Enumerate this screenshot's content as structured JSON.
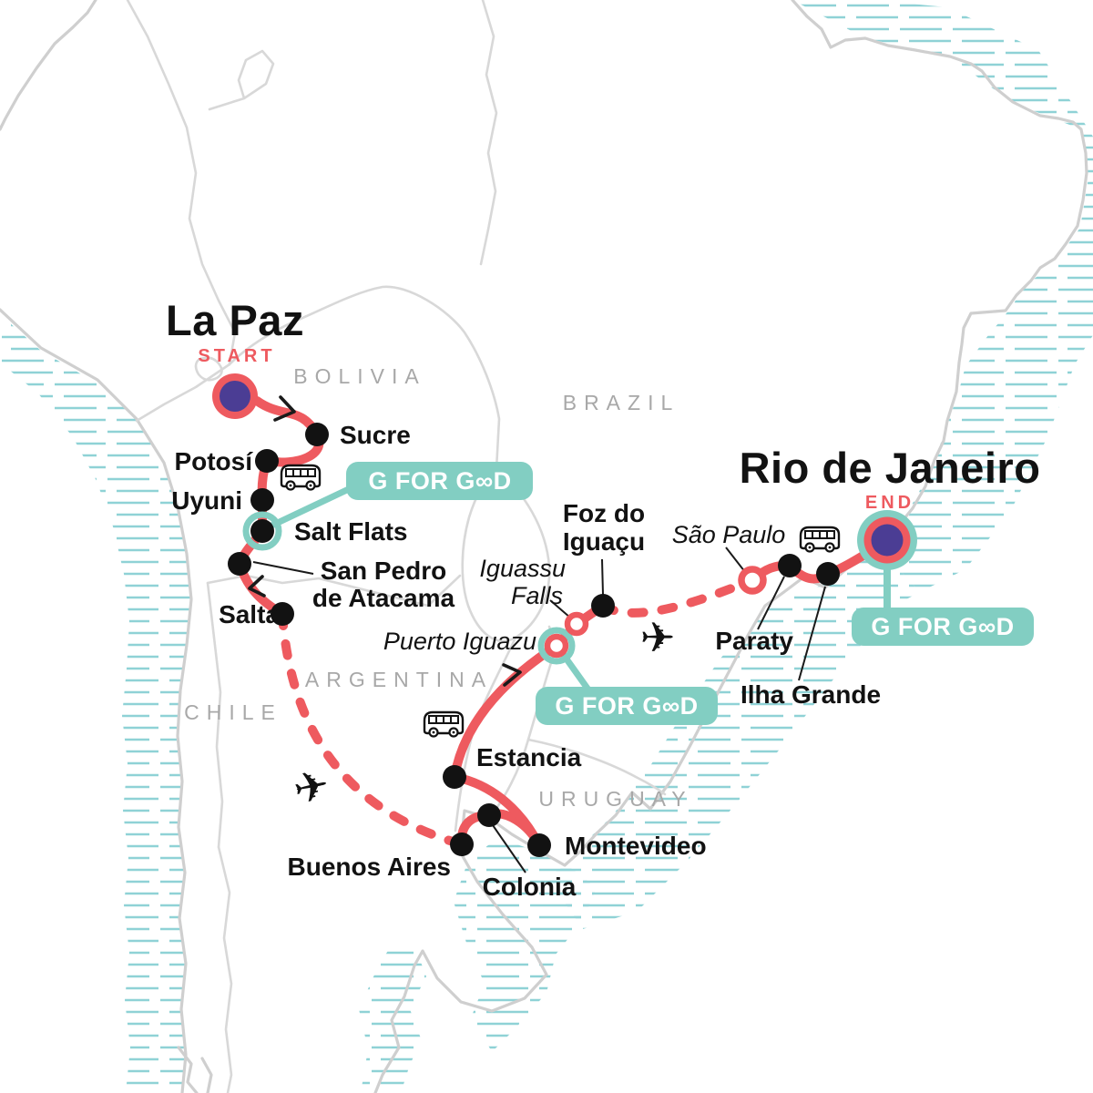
{
  "map": {
    "region": "South America tour route",
    "start_label": "START",
    "end_label": "END",
    "badge_label": "G FOR G∞D",
    "icons": {
      "plane": "✈",
      "bus": "bus-icon"
    },
    "colors": {
      "route_red": "#EE5A5F",
      "badge_teal": "#82CEC2",
      "hatch_teal": "#8FD2D6",
      "marker_purple": "#4B3D94",
      "label_black": "#121212",
      "country_gray": "#A8A8A8",
      "border_gray": "#D6D6D6"
    }
  },
  "countries": {
    "bolivia": "BOLIVIA",
    "brazil": "BRAZIL",
    "chile": "CHILE",
    "argentina": "ARGENTINA",
    "uruguay": "URUGUAY"
  },
  "labels": {
    "la_paz": "La Paz",
    "sucre": "Sucre",
    "potosi": "Potosí",
    "uyuni": "Uyuni",
    "salt_flats": "Salt Flats",
    "san_pedro_1": "San Pedro",
    "san_pedro_2": "de Atacama",
    "salta": "Salta",
    "buenos_aires": "Buenos Aires",
    "colonia": "Colonia",
    "montevideo": "Montevideo",
    "estancia": "Estancia",
    "puerto_iguazu": "Puerto Iguazu",
    "iguassu_1": "Iguassu",
    "iguassu_2": "Falls",
    "foz_1": "Foz do",
    "foz_2": "Iguaçu",
    "sao_paulo": "São Paulo",
    "paraty": "Paraty",
    "ilha_grande": "Ilha Grande",
    "rio": "Rio de Janeiro"
  },
  "itinerary": {
    "stops": [
      "La Paz",
      "Sucre",
      "Potosí",
      "Uyuni",
      "Salt Flats",
      "San Pedro de Atacama",
      "Salta",
      "Buenos Aires",
      "Colonia",
      "Montevideo",
      "Estancia",
      "Puerto Iguazu",
      "Iguassu Falls",
      "Foz do Iguaçu",
      "São Paulo",
      "Paraty",
      "Ilha Grande",
      "Rio de Janeiro"
    ],
    "start": "La Paz",
    "end": "Rio de Janeiro",
    "flight_segments": [
      "Salta – Buenos Aires",
      "Foz do Iguaçu – São Paulo"
    ],
    "bus_icon_positions": [
      "Potosí–Uyuni",
      "Estancia–Puerto Iguazu",
      "São Paulo–Rio de Janeiro"
    ],
    "g_for_good_stops": [
      "Salt Flats",
      "Puerto Iguazu",
      "Rio de Janeiro"
    ]
  }
}
